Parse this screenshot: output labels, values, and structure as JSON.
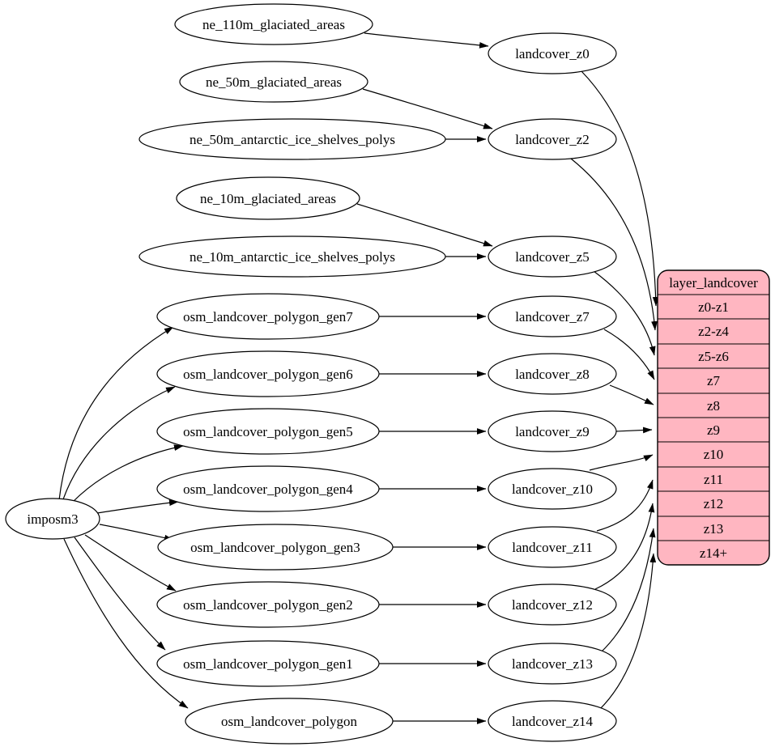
{
  "diagram": {
    "root": {
      "label": "imposm3"
    },
    "sources": [
      {
        "label": "ne_110m_glaciated_areas"
      },
      {
        "label": "ne_50m_glaciated_areas"
      },
      {
        "label": "ne_50m_antarctic_ice_shelves_polys"
      },
      {
        "label": "ne_10m_glaciated_areas"
      },
      {
        "label": "ne_10m_antarctic_ice_shelves_polys"
      },
      {
        "label": "osm_landcover_polygon_gen7"
      },
      {
        "label": "osm_landcover_polygon_gen6"
      },
      {
        "label": "osm_landcover_polygon_gen5"
      },
      {
        "label": "osm_landcover_polygon_gen4"
      },
      {
        "label": "osm_landcover_polygon_gen3"
      },
      {
        "label": "osm_landcover_polygon_gen2"
      },
      {
        "label": "osm_landcover_polygon_gen1"
      },
      {
        "label": "osm_landcover_polygon"
      }
    ],
    "stages": [
      {
        "label": "landcover_z0"
      },
      {
        "label": "landcover_z2"
      },
      {
        "label": "landcover_z5"
      },
      {
        "label": "landcover_z7"
      },
      {
        "label": "landcover_z8"
      },
      {
        "label": "landcover_z9"
      },
      {
        "label": "landcover_z10"
      },
      {
        "label": "landcover_z11"
      },
      {
        "label": "landcover_z12"
      },
      {
        "label": "landcover_z13"
      },
      {
        "label": "landcover_z14"
      }
    ],
    "table": {
      "title": "layer_landcover",
      "rows": [
        {
          "label": "z0-z1"
        },
        {
          "label": "z2-z4"
        },
        {
          "label": "z5-z6"
        },
        {
          "label": "z7"
        },
        {
          "label": "z8"
        },
        {
          "label": "z9"
        },
        {
          "label": "z10"
        },
        {
          "label": "z11"
        },
        {
          "label": "z12"
        },
        {
          "label": "z13"
        },
        {
          "label": "z14+"
        }
      ]
    },
    "edges": [
      {
        "from": "imposm3",
        "to": "osm_landcover_polygon_gen7"
      },
      {
        "from": "imposm3",
        "to": "osm_landcover_polygon_gen6"
      },
      {
        "from": "imposm3",
        "to": "osm_landcover_polygon_gen5"
      },
      {
        "from": "imposm3",
        "to": "osm_landcover_polygon_gen4"
      },
      {
        "from": "imposm3",
        "to": "osm_landcover_polygon_gen3"
      },
      {
        "from": "imposm3",
        "to": "osm_landcover_polygon_gen2"
      },
      {
        "from": "imposm3",
        "to": "osm_landcover_polygon_gen1"
      },
      {
        "from": "imposm3",
        "to": "osm_landcover_polygon"
      },
      {
        "from": "ne_110m_glaciated_areas",
        "to": "landcover_z0"
      },
      {
        "from": "ne_50m_glaciated_areas",
        "to": "landcover_z2"
      },
      {
        "from": "ne_50m_antarctic_ice_shelves_polys",
        "to": "landcover_z2"
      },
      {
        "from": "ne_10m_glaciated_areas",
        "to": "landcover_z5"
      },
      {
        "from": "ne_10m_antarctic_ice_shelves_polys",
        "to": "landcover_z5"
      },
      {
        "from": "osm_landcover_polygon_gen7",
        "to": "landcover_z7"
      },
      {
        "from": "osm_landcover_polygon_gen6",
        "to": "landcover_z8"
      },
      {
        "from": "osm_landcover_polygon_gen5",
        "to": "landcover_z9"
      },
      {
        "from": "osm_landcover_polygon_gen4",
        "to": "landcover_z10"
      },
      {
        "from": "osm_landcover_polygon_gen3",
        "to": "landcover_z11"
      },
      {
        "from": "osm_landcover_polygon_gen2",
        "to": "landcover_z12"
      },
      {
        "from": "osm_landcover_polygon_gen1",
        "to": "landcover_z13"
      },
      {
        "from": "osm_landcover_polygon",
        "to": "landcover_z14"
      },
      {
        "from": "landcover_z0",
        "to": "layer_landcover.z0-z1"
      },
      {
        "from": "landcover_z2",
        "to": "layer_landcover.z2-z4"
      },
      {
        "from": "landcover_z5",
        "to": "layer_landcover.z5-z6"
      },
      {
        "from": "landcover_z7",
        "to": "layer_landcover.z7"
      },
      {
        "from": "landcover_z8",
        "to": "layer_landcover.z8"
      },
      {
        "from": "landcover_z9",
        "to": "layer_landcover.z9"
      },
      {
        "from": "landcover_z10",
        "to": "layer_landcover.z10"
      },
      {
        "from": "landcover_z11",
        "to": "layer_landcover.z11"
      },
      {
        "from": "landcover_z12",
        "to": "layer_landcover.z12"
      },
      {
        "from": "landcover_z13",
        "to": "layer_landcover.z13"
      },
      {
        "from": "landcover_z14",
        "to": "layer_landcover.z14+"
      }
    ],
    "colors": {
      "table_fill": "#ffb6c1",
      "node_fill": "#ffffff",
      "stroke": "#000000",
      "background": "#ffffff"
    }
  }
}
